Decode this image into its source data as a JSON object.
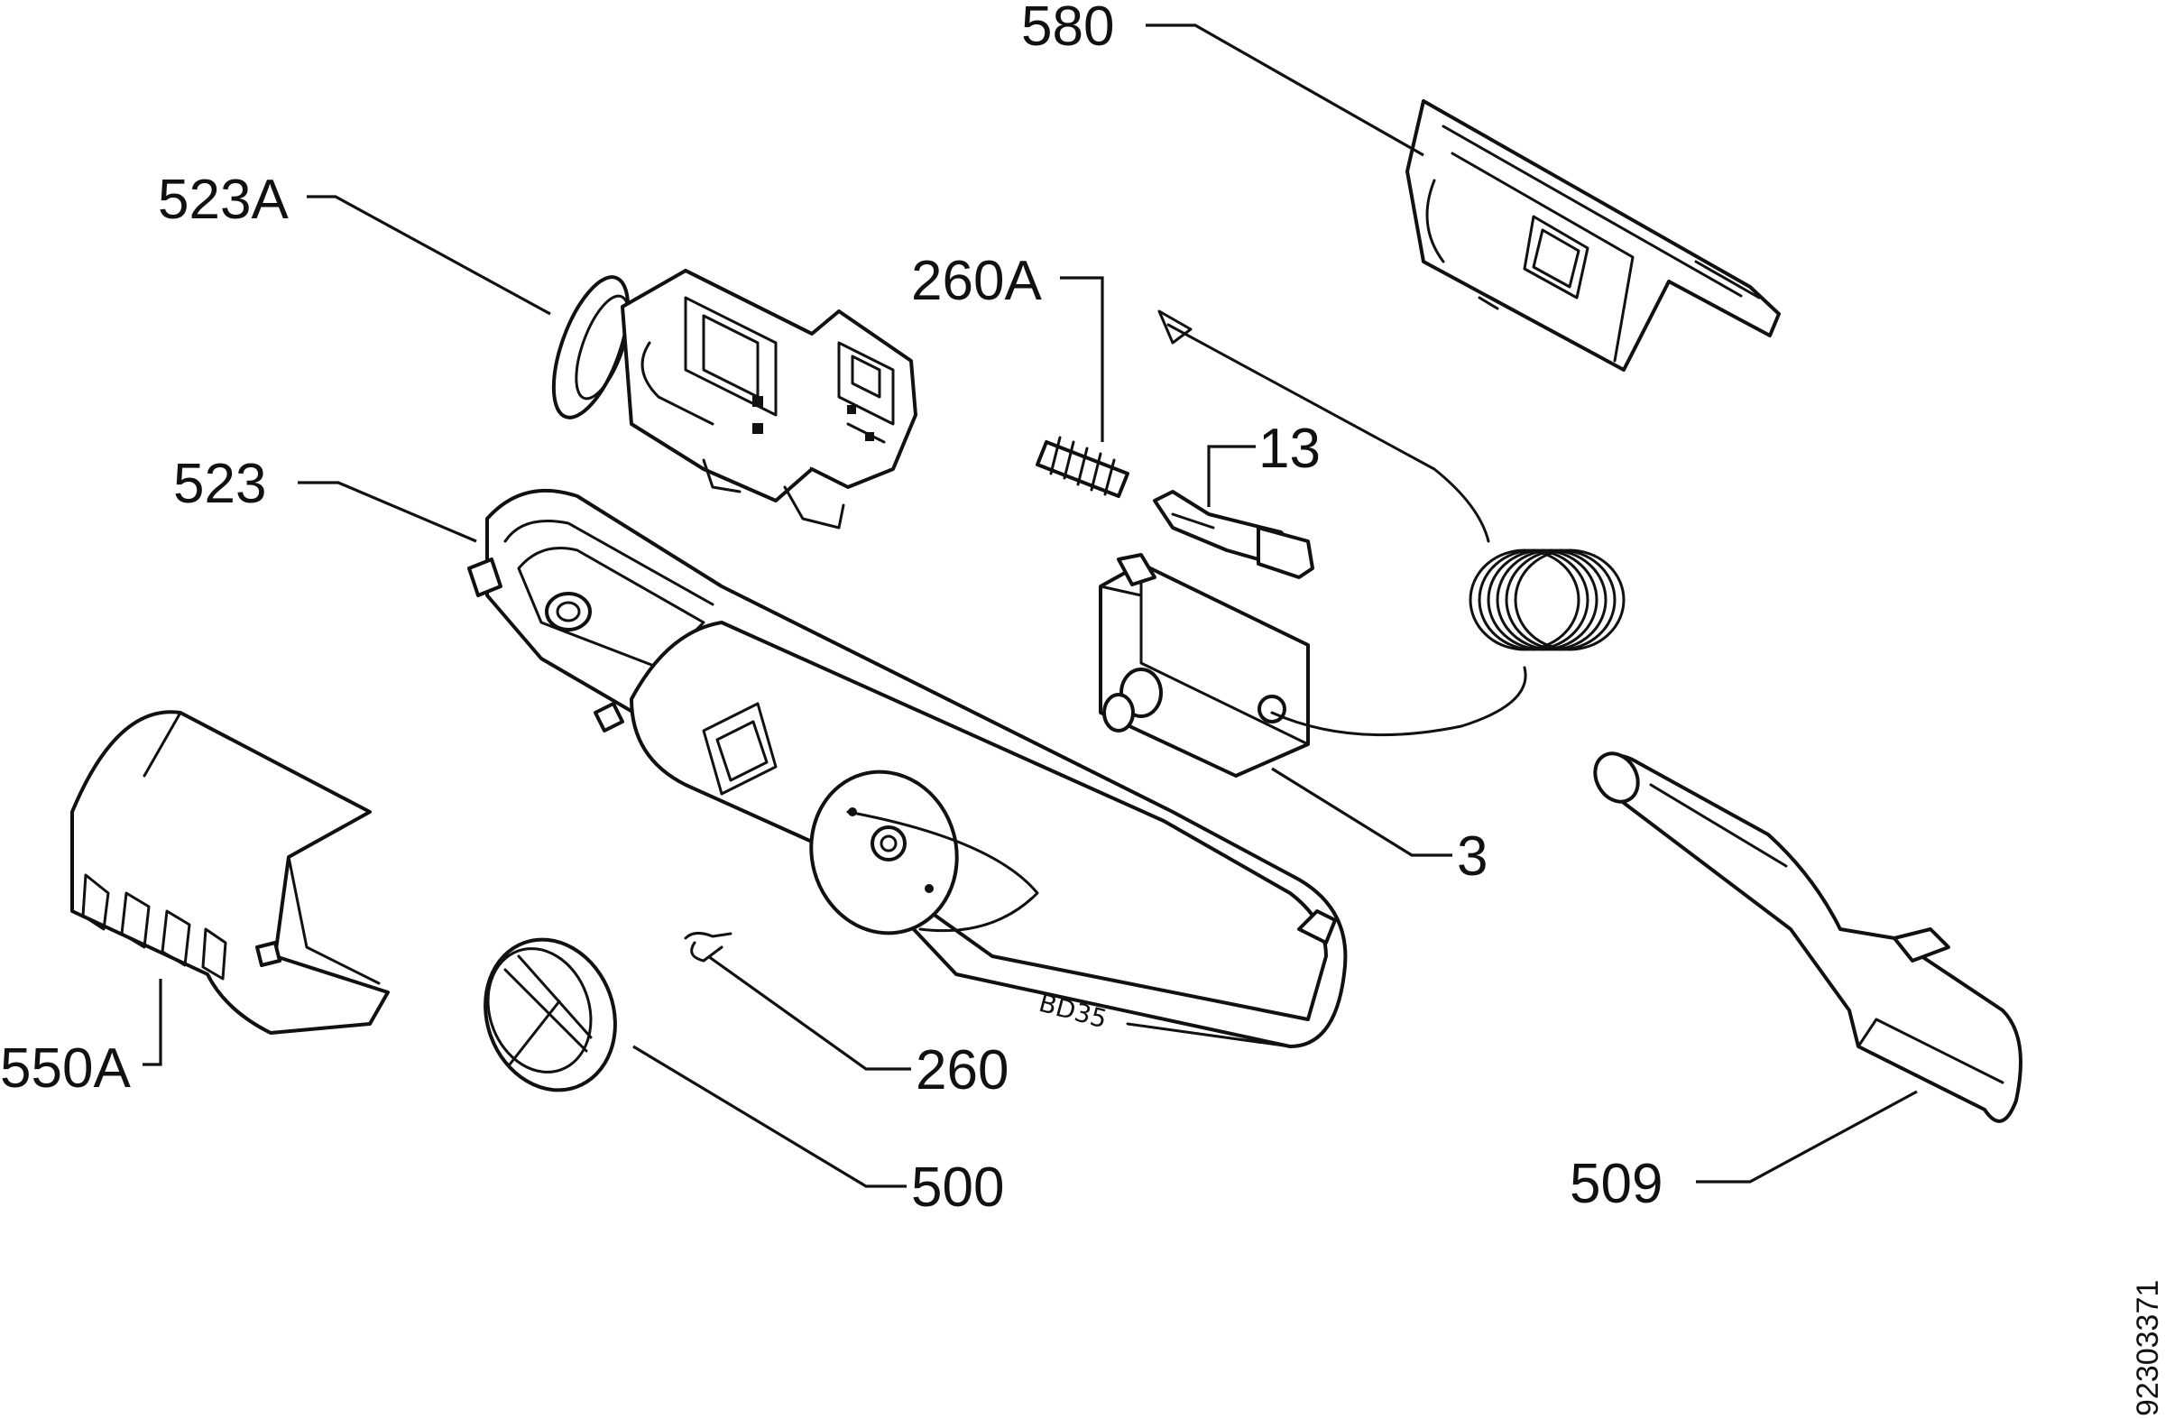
{
  "labels": {
    "l580": "580",
    "l523A": "523A",
    "l260A": "260A",
    "l13": "13",
    "l523": "523",
    "l3": "3",
    "l550A": "550A",
    "l260": "260",
    "l500": "500",
    "l509": "509"
  },
  "doc_number": "92303371",
  "part_marking": "BD35"
}
